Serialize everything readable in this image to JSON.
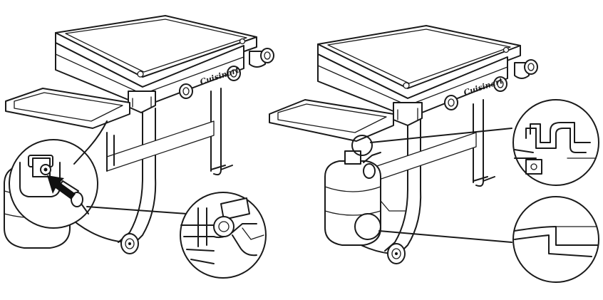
{
  "brand_label": "Cuisinart",
  "figures": [
    {
      "id": "left",
      "step": "connect-propane-regulator"
    },
    {
      "id": "right",
      "step": "secure-tank-in-holder"
    }
  ],
  "colors": {
    "line": "#1a1a1a",
    "background": "#ffffff",
    "arrow": "#111111"
  },
  "icons": [
    "arrow-icon"
  ]
}
